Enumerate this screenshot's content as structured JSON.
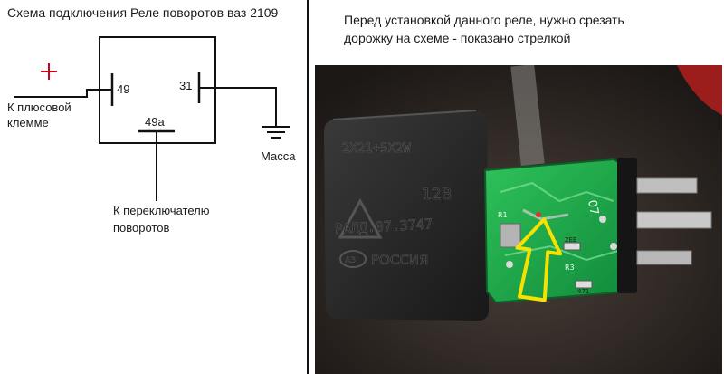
{
  "diagram": {
    "title": "Схема подключения Реле поворотов ваз 2109",
    "plus_sign": "+",
    "pin_49": "49",
    "pin_31": "31",
    "pin_49a": "49a",
    "label_plus_line1": "К плюсовой",
    "label_plus_line2": "клемме",
    "label_ground": "Масса",
    "label_switch_line1": "К переключателю",
    "label_switch_line2": "поворотов"
  },
  "note": {
    "line1": "Перед установкой данного реле, нужно срезать",
    "line2": "дорожку на схеме - показано стрелкой"
  },
  "photo": {
    "relay_top_text": "2X21+5X2W",
    "relay_voltage": "12В",
    "relay_model": "РАЛД.07.3747",
    "relay_country": "РОССИЯ",
    "relay_logo": "АЗ",
    "pcb_label_07": "07",
    "pcb_r1": "R1",
    "pcb_r3": "R3",
    "pcb_2ee": "2EE",
    "pcb_471": "471",
    "arrow_color": "#f7e100",
    "pcb_color": "#1fa64a"
  }
}
